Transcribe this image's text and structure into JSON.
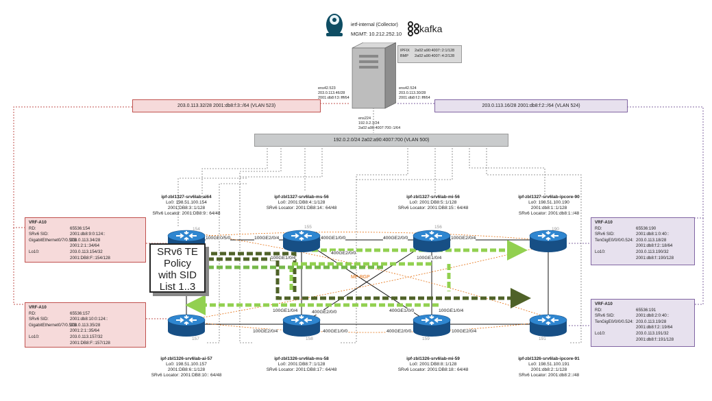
{
  "collector": {
    "name": "ietf-internal (Collector)",
    "mgmt": "MGMT: 10.212.252.10",
    "kafka_label": "kafka",
    "ipfix": "IPFIX",
    "bmp": "BMP",
    "ipfix_addr": "2a02:a90:4007::2:1/128",
    "bmp_addr": "2a02:a90:4007::4:2/128",
    "ens523": [
      "ens42.523",
      "203.0.113.46/28",
      "2001:db8:f:3::fff/64"
    ],
    "ens524": [
      "ens42.524",
      "203.0.113.30/28",
      "2001:db8:f:2::fff/64"
    ],
    "ens224": [
      "ens224",
      "192.0.2.1/24",
      "2a02:a90:4007:700::1/64"
    ]
  },
  "vlans": {
    "v523": "203.0.113.32/28   2001:db8:f:3::/64   (VLAN 523)",
    "v524": "203.0.113.16/28   2001:db8:f:2::/64   (VLAN 524)",
    "v500": "192.0.2.0/24    2a02:a90:4007:700   (VLAN 500)"
  },
  "routers": {
    "r154": {
      "id": "154",
      "name": "ipf-zbl1327-srv6lab-ai64",
      "lines": [
        "Lo0: 198.51.100.154",
        "2001:DB8:3::1/128",
        "SRv6 Locator: 2001:DB8:9:: 64/48"
      ]
    },
    "r155": {
      "id": "155",
      "name": "ipf-zbl1327-srv6lab-ms-56",
      "lines": [
        "Lo0: 2001:DB8:4::1/128",
        "SRv6 Locator: 2001:DB8:14:: 64/48"
      ]
    },
    "r156": {
      "id": "156",
      "name": "ipf-zbl1327-srv6lab-mi-56",
      "lines": [
        "Lo0: 2001:DB8:5::1/128",
        "SRv6 Locator: 2001:DB8:15:: 64/48"
      ]
    },
    "r190": {
      "id": "190",
      "name": "ipf-zbl1327-srv6lab-ipcore-90",
      "lines": [
        "Lo0: 198.51.100.190",
        "2001:db8:1::1/128",
        "SRv6 Locator: 2001:db8:1::/48"
      ]
    },
    "r157": {
      "id": "157",
      "name": "ipf-zbl1326-srv6lab-ai-57",
      "lines": [
        "Lo0: 198.51.100.157",
        "2001:DB8:6::1/128",
        "SRv6 Locator: 2001:DB8:10:: 64/48"
      ]
    },
    "r158": {
      "id": "158",
      "name": "ipf-zbl1326-srv6lab-ms-58",
      "lines": [
        "Lo0: 2001:DB8:7::1/128",
        "SRv6 Locator: 2001:DB8:17:: 64/48"
      ]
    },
    "r159": {
      "id": "159",
      "name": "ipf-zbl1326-srv6lab-mi-59",
      "lines": [
        "Lo0: 2001:DB8:8::1/128",
        "SRv6 Locator: 2001:DB8:18:: 64/48"
      ]
    },
    "r191": {
      "id": "191",
      "name": "ipf-zbl1326-srv6lab-ipcore-91",
      "lines": [
        "Lo0: 198.51.100.191",
        "2001:db8:2::1/128",
        "SRv6 Locator: 2001:db8:2::/48"
      ]
    }
  },
  "interfaces": {
    "i154a": "100GE0/5/0",
    "i155a": "100GE2/0/4",
    "i155b": "400GE1/0/0",
    "i156a": "400GE2/0/0",
    "i156b": "100GE2/0/4",
    "i155c": "100GE1/0/4",
    "i156c": "100GE1/0/4",
    "i155d": "400GE2/0/0",
    "i158a": "100GE1/0/4",
    "i158b": "400GE2/0/0",
    "i158c": "100GE2/0/4",
    "i158d": "400GE1/0/0",
    "i159a": "400GE1/0/0",
    "i159b": "100GE1/0/4",
    "i159c": "400GE2/0/0",
    "i159d": "100GE2/0/4"
  },
  "mpbgp": "MP-BGP",
  "callout": "SRv6 TE Policy with SID List 1..3",
  "vrf_boxes": {
    "tl": {
      "title": "VRF-A10",
      "rows": [
        [
          "RD:",
          "65536:154"
        ],
        [
          "SRv6 SID:",
          "2001:db8:9:0:124::"
        ],
        [
          "GigabitEthernet0/7/0.523:",
          "203.0.113.34/28"
        ],
        [
          "",
          "2001:2:1::34/64"
        ],
        [
          "Lo10:",
          "203.0.113.154/32"
        ],
        [
          "",
          "2001:DB8:F::154/128"
        ]
      ]
    },
    "bl": {
      "title": "VRF-A10",
      "rows": [
        [
          "RD:",
          "65536:157"
        ],
        [
          "SRv6 SID:",
          "2001:db8:10:0:124::"
        ],
        [
          "GigabitEthernet0/7/0.523:",
          "203.0.113.35/28"
        ],
        [
          "",
          "2001:2:1::35/64"
        ],
        [
          "Lo10:",
          "203.0.113.157/32"
        ],
        [
          "",
          "2001:DB8:F::157/128"
        ]
      ]
    },
    "tr": {
      "title": "VRF-A10",
      "rows": [
        [
          "RD:",
          "65536:190"
        ],
        [
          "SRv6 SID:",
          "2001:db8:1:0:40::"
        ],
        [
          "TenGigE0/0/0/0.524:",
          "203.0.113.18/28"
        ],
        [
          "",
          "2001:db8:f:2::18/64"
        ],
        [
          "Lo10:",
          "203.0.113.190/32"
        ],
        [
          "",
          "2001:db8:f::190/128"
        ]
      ]
    },
    "br": {
      "title": "VRF-A10",
      "rows": [
        [
          "RD:",
          "65536:191"
        ],
        [
          "SRv6 SID:",
          "2001:db8:2:0:40::"
        ],
        [
          "TenGigE0/0/0/0.524:",
          "203.0.113.19/28"
        ],
        [
          "",
          "2001:db8:f:2::19/64"
        ],
        [
          "Lo10:",
          "203.0.113.191/32"
        ],
        [
          "",
          "2001:db8:f::191/128"
        ]
      ]
    }
  },
  "colors": {
    "vlan523_fill": "#f6dada",
    "vlan523_border": "#c0504d",
    "vlan524_fill": "#e7e1ee",
    "vlan524_border": "#8064a2",
    "vlan500_fill": "#c9cbcc",
    "router_blue": "#1f6fb5",
    "path_dark": "#4f6228",
    "path_light": "#92d050",
    "path_mid": "#76b84a",
    "mpbgp": "#e46c0a",
    "server": "#bdbdbd"
  }
}
